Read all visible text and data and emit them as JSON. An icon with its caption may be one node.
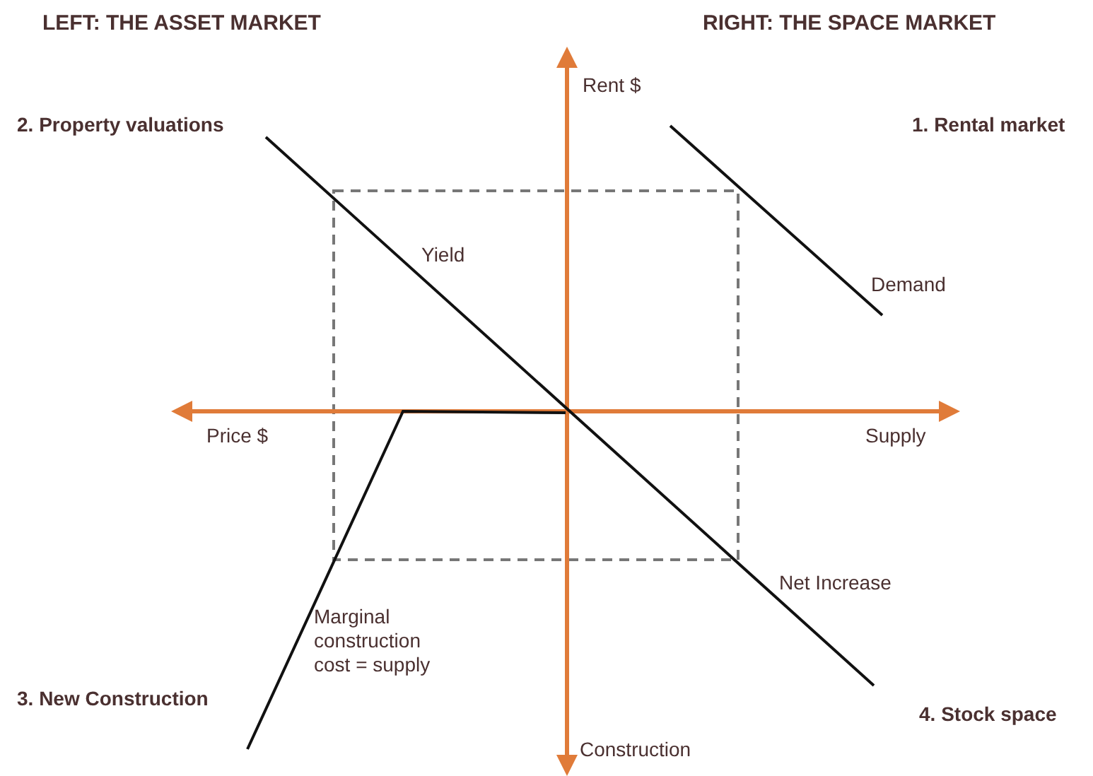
{
  "diagram": {
    "labels": [
      "LEFT: THE ASSET MARKET",
      "RIGHT: THE SPACE MARKET",
      "Rent $",
      "2. Property valuations",
      "1. Rental market",
      "Yield",
      "Demand",
      "Price $",
      "Supply",
      "Net Increase",
      "Marginal construction cost = supply",
      "3. New Construction",
      "4. Stock space",
      "Construction"
    ]
  }
}
